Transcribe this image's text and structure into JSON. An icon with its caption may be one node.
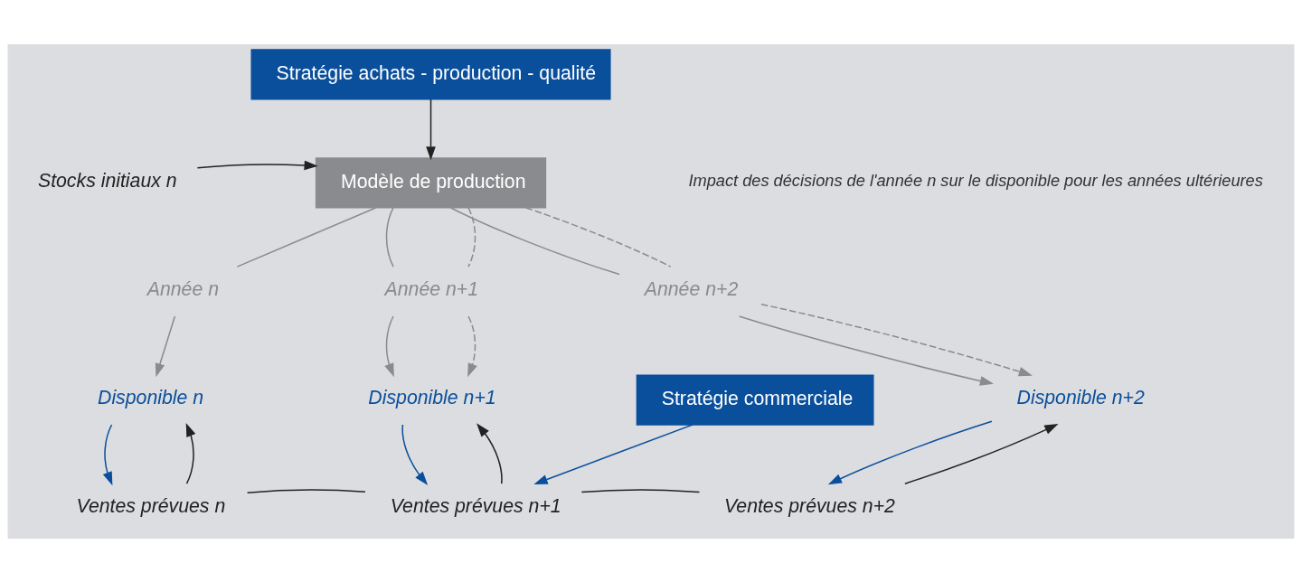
{
  "diagram": {
    "nodes": [
      {
        "text": [
          "Stratégie achats - production - qualité"
        ]
      },
      {
        "text": [
          "Stocks initiaux n"
        ]
      },
      {
        "text": [
          "Modèle de production"
        ]
      },
      {
        "text": [
          "Année n"
        ]
      },
      {
        "text": [
          "Année n+1"
        ]
      },
      {
        "text": [
          "Année n+2"
        ]
      },
      {
        "text": [
          "Disponible n"
        ]
      },
      {
        "text": [
          "Disponible n+1"
        ]
      },
      {
        "text": [
          "Disponible n+2"
        ]
      },
      {
        "text": [
          "Ventes prévues n"
        ]
      },
      {
        "text": [
          "Ventes prévues n+1"
        ]
      },
      {
        "text": [
          "Ventes prévues n+2"
        ]
      },
      {
        "text": [
          "Stratégie commerciale"
        ]
      }
    ],
    "edges": [
      {
        "from": 0,
        "to": 2,
        "arrow": "to",
        "color": "#222222"
      },
      {
        "from": 1,
        "to": 2,
        "arrow": "to",
        "color": "#222222"
      },
      {
        "from": 2,
        "to": 3,
        "arrow": "none",
        "color": "#8a8b8e"
      },
      {
        "from": 2,
        "to": 4,
        "arrow": "none",
        "color": "#8a8b8e"
      },
      {
        "from": 2,
        "to": 5,
        "arrow": "none",
        "color": "#8a8b8e"
      },
      {
        "from": 2,
        "to": 4,
        "arrow": "none",
        "style": "dashed",
        "color": "#8a8b8e"
      },
      {
        "from": 2,
        "to": 5,
        "arrow": "none",
        "style": "dashed",
        "color": "#8a8b8e"
      },
      {
        "from": 3,
        "to": 6,
        "arrow": "to",
        "color": "#8a8b8e"
      },
      {
        "from": 4,
        "to": 7,
        "arrow": "to",
        "color": "#8a8b8e"
      },
      {
        "from": 4,
        "to": 7,
        "arrow": "to",
        "style": "dashed",
        "color": "#8a8b8e"
      },
      {
        "from": 5,
        "to": 8,
        "arrow": "to",
        "color": "#8a8b8e"
      },
      {
        "from": 5,
        "to": 8,
        "arrow": "to",
        "style": "dashed",
        "color": "#8a8b8e"
      },
      {
        "from": 6,
        "to": 9,
        "arrow": "to",
        "color": "#0a4f9c"
      },
      {
        "from": 9,
        "to": 6,
        "arrow": "to",
        "color": "#222222"
      },
      {
        "from": 7,
        "to": 10,
        "arrow": "to",
        "color": "#0a4f9c"
      },
      {
        "from": 10,
        "to": 7,
        "arrow": "to",
        "color": "#222222"
      },
      {
        "from": 8,
        "to": 11,
        "arrow": "to",
        "color": "#0a4f9c"
      },
      {
        "from": 11,
        "to": 8,
        "arrow": "to",
        "color": "#222222"
      },
      {
        "from": 10,
        "to": 9,
        "arrow": "none",
        "color": "#222222"
      },
      {
        "from": 10,
        "to": 11,
        "arrow": "none",
        "color": "#222222"
      },
      {
        "from": 12,
        "to": 10,
        "arrow": "to",
        "color": "#0a4f9c"
      }
    ],
    "labels": [
      "Impact des décisions de l'année n sur le disponible pour les années ultérieures"
    ]
  }
}
